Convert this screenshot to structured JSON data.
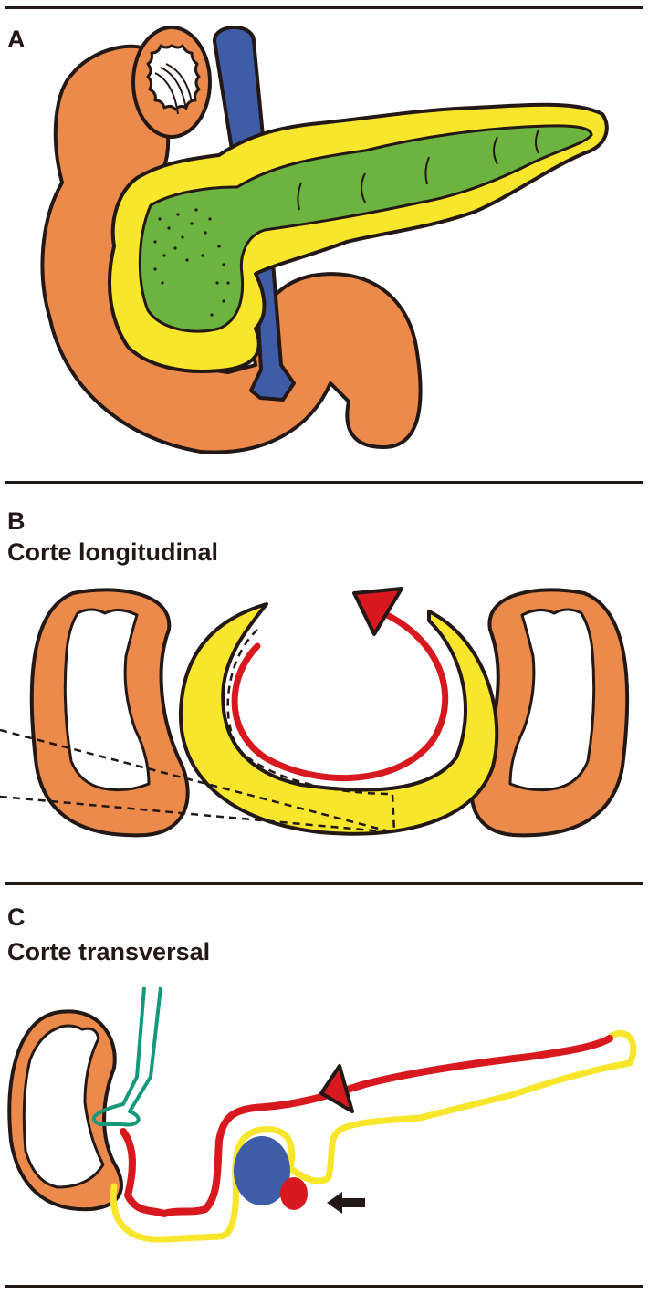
{
  "panels": [
    {
      "letter": "A"
    },
    {
      "letter": "B",
      "title": "Corte longitudinal"
    },
    {
      "letter": "C",
      "title": "Corte transversal"
    }
  ],
  "colors": {
    "duodenum": "#EC8A4B",
    "pancreas": "#F7E62B",
    "duct": "#6DB33F",
    "vein": "#3F5CA8",
    "artery": "#D7191F",
    "bile_duct": "#16997A",
    "outline": "#231815"
  }
}
